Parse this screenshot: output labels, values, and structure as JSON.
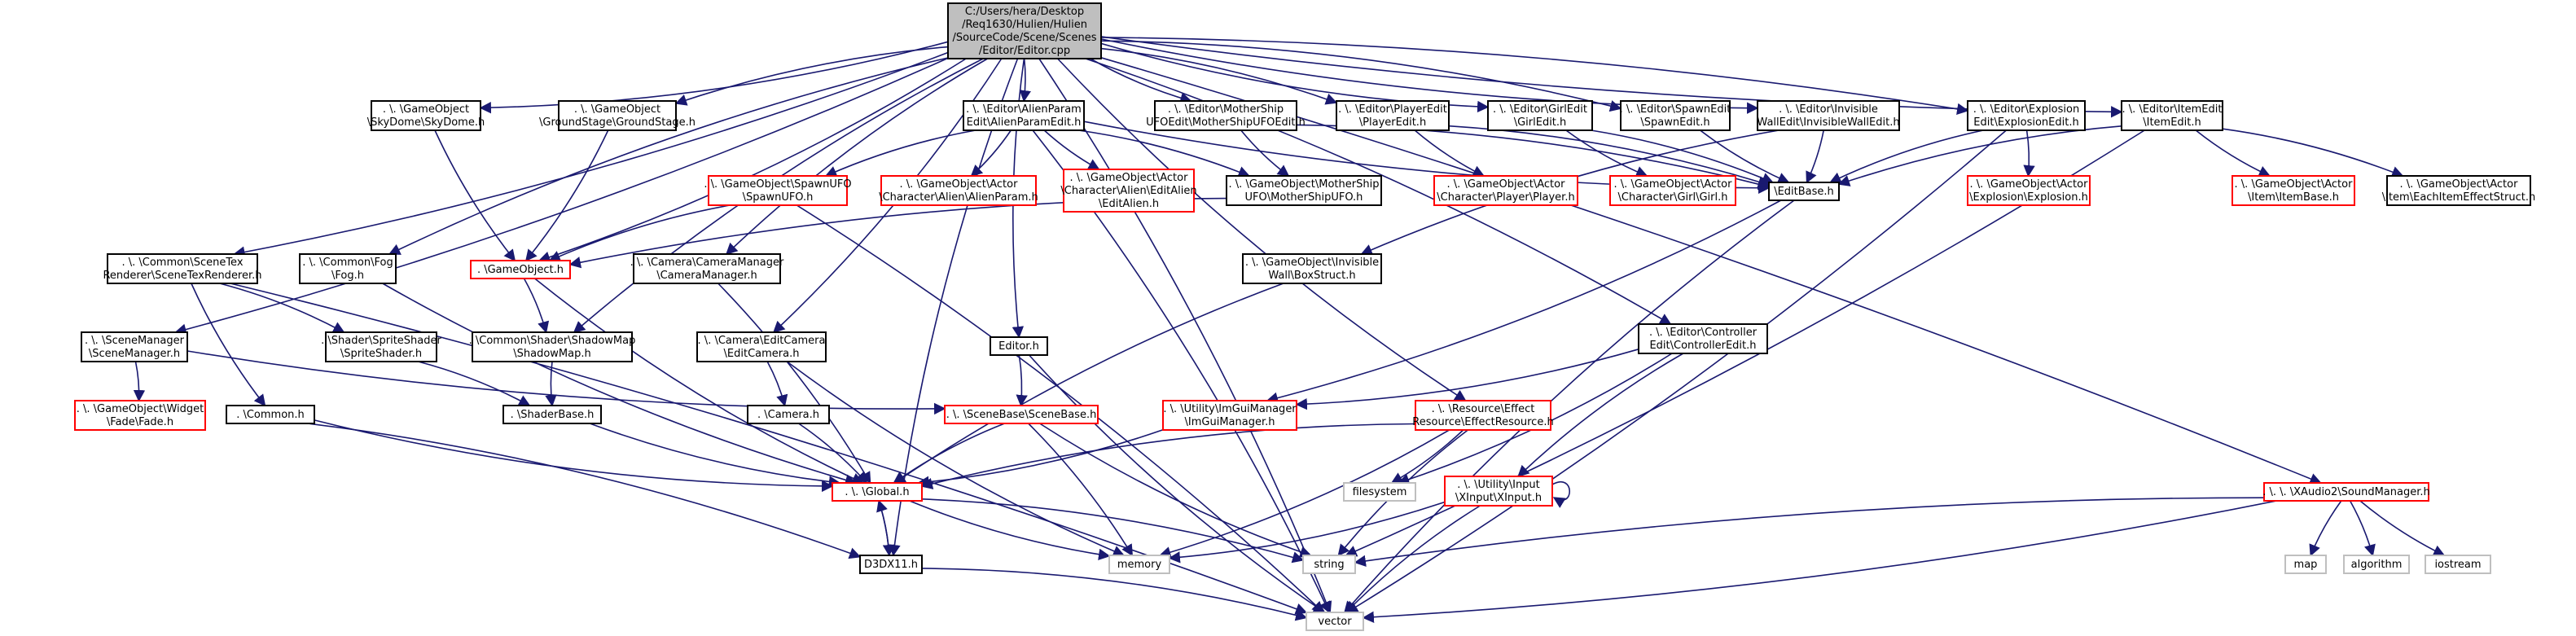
{
  "graph": {
    "root": "root",
    "nodes": [
      {
        "id": "root",
        "lines": [
          "C:/Users/hera/Desktop",
          "/Req1630/Hulien/Hulien",
          "/SourceCode/Scene/Scenes",
          "/Editor/Editor.cpp"
        ],
        "style": "root"
      },
      {
        "id": "skydome",
        "lines": [
          ". \\. \\GameObject",
          "\\SkyDome\\SkyDome.h"
        ],
        "style": "normal"
      },
      {
        "id": "groundstage",
        "lines": [
          ". \\. \\GameObject",
          "\\GroundStage\\GroundStage.h"
        ],
        "style": "normal"
      },
      {
        "id": "alienparamedit",
        "lines": [
          ". \\. \\Editor\\AlienParam",
          "Edit\\AlienParamEdit.h"
        ],
        "style": "normal"
      },
      {
        "id": "mothershipufoedit",
        "lines": [
          ". \\. \\Editor\\MotherShip",
          "UFOEdit\\MotherShipUFOEdit.h"
        ],
        "style": "normal"
      },
      {
        "id": "playeredit",
        "lines": [
          ". \\. \\Editor\\PlayerEdit",
          "\\PlayerEdit.h"
        ],
        "style": "normal"
      },
      {
        "id": "girledit",
        "lines": [
          ". \\. \\Editor\\GirlEdit",
          "\\GirlEdit.h"
        ],
        "style": "normal"
      },
      {
        "id": "spawnedit",
        "lines": [
          ". \\. \\Editor\\SpawnEdit",
          "\\SpawnEdit.h"
        ],
        "style": "normal"
      },
      {
        "id": "invisiblewalledit",
        "lines": [
          ". \\. \\Editor\\Invisible",
          "WallEdit\\InvisibleWallEdit.h"
        ],
        "style": "normal"
      },
      {
        "id": "explosionedit",
        "lines": [
          ". \\. \\Editor\\Explosion",
          "Edit\\ExplosionEdit.h"
        ],
        "style": "normal"
      },
      {
        "id": "itemedit",
        "lines": [
          ". \\. \\Editor\\ItemEdit",
          "\\ItemEdit.h"
        ],
        "style": "normal"
      },
      {
        "id": "spawnufo",
        "lines": [
          ". \\. \\GameObject\\SpawnUFO",
          "\\SpawnUFO.h"
        ],
        "style": "red"
      },
      {
        "id": "alienparam",
        "lines": [
          ". \\. \\GameObject\\Actor",
          "\\Character\\Alien\\AlienParam.h"
        ],
        "style": "red"
      },
      {
        "id": "editalien",
        "lines": [
          ". \\. \\GameObject\\Actor",
          "\\Character\\Alien\\EditAlien",
          "\\EditAlien.h"
        ],
        "style": "red"
      },
      {
        "id": "mothershipufo",
        "lines": [
          ". \\. \\GameObject\\MotherShip",
          "UFO\\MotherShipUFO.h"
        ],
        "style": "normal"
      },
      {
        "id": "player",
        "lines": [
          ". \\. \\GameObject\\Actor",
          "\\Character\\Player\\Player.h"
        ],
        "style": "red"
      },
      {
        "id": "girl",
        "lines": [
          ". \\. \\GameObject\\Actor",
          "\\Character\\Girl\\Girl.h"
        ],
        "style": "red"
      },
      {
        "id": "editbase",
        "lines": [
          "\\EditBase.h"
        ],
        "style": "normal"
      },
      {
        "id": "explosion",
        "lines": [
          ". \\. \\GameObject\\Actor",
          "\\Explosion\\Explosion.h"
        ],
        "style": "red"
      },
      {
        "id": "itembase",
        "lines": [
          ". \\. \\GameObject\\Actor",
          "\\Item\\ItemBase.h"
        ],
        "style": "red"
      },
      {
        "id": "eachitemeffect",
        "lines": [
          ". \\. \\GameObject\\Actor",
          "\\Item\\EachItemEffectStruct.h"
        ],
        "style": "normal"
      },
      {
        "id": "scenetexrenderer",
        "lines": [
          ". \\. \\Common\\SceneTex",
          "Renderer\\SceneTexRenderer.h"
        ],
        "style": "normal"
      },
      {
        "id": "fog",
        "lines": [
          ". \\. \\Common\\Fog",
          "\\Fog.h"
        ],
        "style": "normal"
      },
      {
        "id": "gameobject",
        "lines": [
          ". \\GameObject.h"
        ],
        "style": "red"
      },
      {
        "id": "cameramanager",
        "lines": [
          ". \\. \\Camera\\CameraManager",
          "\\CameraManager.h"
        ],
        "style": "normal"
      },
      {
        "id": "invisiblewallbox",
        "lines": [
          ". \\. \\GameObject\\Invisible",
          "Wall\\BoxStruct.h"
        ],
        "style": "normal"
      },
      {
        "id": "scenemanager",
        "lines": [
          ". \\. \\SceneManager",
          "\\SceneManager.h"
        ],
        "style": "normal"
      },
      {
        "id": "spriteshader",
        "lines": [
          ". \\Shader\\SpriteShader",
          "\\SpriteShader.h"
        ],
        "style": "normal"
      },
      {
        "id": "shadowmap",
        "lines": [
          ". \\Common\\Shader\\ShadowMap",
          "\\ShadowMap.h"
        ],
        "style": "normal"
      },
      {
        "id": "editcamera",
        "lines": [
          ". \\. \\Camera\\EditCamera",
          "\\EditCamera.h"
        ],
        "style": "normal"
      },
      {
        "id": "editorh",
        "lines": [
          "Editor.h"
        ],
        "style": "normal"
      },
      {
        "id": "controlleredit",
        "lines": [
          ". \\. \\Editor\\Controller",
          "Edit\\ControllerEdit.h"
        ],
        "style": "normal"
      },
      {
        "id": "fade",
        "lines": [
          ". \\. \\GameObject\\Widget",
          "\\Fade\\Fade.h"
        ],
        "style": "red"
      },
      {
        "id": "common",
        "lines": [
          ". \\Common.h"
        ],
        "style": "normal"
      },
      {
        "id": "shaderbase",
        "lines": [
          ". \\ShaderBase.h"
        ],
        "style": "normal"
      },
      {
        "id": "camera",
        "lines": [
          ". \\Camera.h"
        ],
        "style": "normal"
      },
      {
        "id": "scenebase",
        "lines": [
          ". \\. \\SceneBase\\SceneBase.h"
        ],
        "style": "red"
      },
      {
        "id": "imguimanager",
        "lines": [
          ". \\. \\Utility\\ImGuiManager",
          "\\ImGuiManager.h"
        ],
        "style": "red"
      },
      {
        "id": "effectresource",
        "lines": [
          ". \\. \\Resource\\Effect",
          "Resource\\EffectResource.h"
        ],
        "style": "red"
      },
      {
        "id": "filesystem",
        "lines": [
          "filesystem"
        ],
        "style": "system"
      },
      {
        "id": "xinput",
        "lines": [
          ". \\. \\Utility\\Input",
          "\\XInput\\XInput.h"
        ],
        "style": "red"
      },
      {
        "id": "global",
        "lines": [
          ". \\. \\Global.h"
        ],
        "style": "red"
      },
      {
        "id": "soundmanager",
        "lines": [
          ". \\. \\. \\XAudio2\\SoundManager.h"
        ],
        "style": "red"
      },
      {
        "id": "d3dx11",
        "lines": [
          "D3DX11.h"
        ],
        "style": "normal"
      },
      {
        "id": "memory",
        "lines": [
          "memory"
        ],
        "style": "system"
      },
      {
        "id": "string",
        "lines": [
          "string"
        ],
        "style": "system"
      },
      {
        "id": "map",
        "lines": [
          "map"
        ],
        "style": "system"
      },
      {
        "id": "algorithm",
        "lines": [
          "algorithm"
        ],
        "style": "system"
      },
      {
        "id": "iostream",
        "lines": [
          "iostream"
        ],
        "style": "system"
      },
      {
        "id": "vector",
        "lines": [
          "vector"
        ],
        "style": "system"
      }
    ],
    "edges": [
      [
        "root",
        "skydome"
      ],
      [
        "root",
        "groundstage"
      ],
      [
        "root",
        "alienparamedit"
      ],
      [
        "root",
        "mothershipufoedit"
      ],
      [
        "root",
        "playeredit"
      ],
      [
        "root",
        "girledit"
      ],
      [
        "root",
        "spawnedit"
      ],
      [
        "root",
        "invisiblewalledit"
      ],
      [
        "root",
        "explosionedit"
      ],
      [
        "root",
        "itemedit"
      ],
      [
        "root",
        "scenetexrenderer"
      ],
      [
        "root",
        "fog"
      ],
      [
        "root",
        "gameobject"
      ],
      [
        "root",
        "cameramanager"
      ],
      [
        "root",
        "scenemanager"
      ],
      [
        "root",
        "shadowmap"
      ],
      [
        "root",
        "editcamera"
      ],
      [
        "root",
        "editorh"
      ],
      [
        "root",
        "controlleredit"
      ],
      [
        "root",
        "effectresource"
      ],
      [
        "root",
        "soundmanager"
      ],
      [
        "root",
        "d3dx11"
      ],
      [
        "root",
        "vector"
      ],
      [
        "skydome",
        "gameobject"
      ],
      [
        "groundstage",
        "gameobject"
      ],
      [
        "alienparamedit",
        "spawnufo"
      ],
      [
        "alienparamedit",
        "alienparam"
      ],
      [
        "alienparamedit",
        "editalien"
      ],
      [
        "alienparamedit",
        "mothershipufo"
      ],
      [
        "alienparamedit",
        "editbase"
      ],
      [
        "alienparamedit",
        "vector"
      ],
      [
        "mothershipufoedit",
        "mothershipufo"
      ],
      [
        "mothershipufoedit",
        "editbase"
      ],
      [
        "playeredit",
        "player"
      ],
      [
        "playeredit",
        "editbase"
      ],
      [
        "girledit",
        "girl"
      ],
      [
        "girledit",
        "editbase"
      ],
      [
        "spawnedit",
        "editbase"
      ],
      [
        "invisiblewalledit",
        "editbase"
      ],
      [
        "invisiblewalledit",
        "invisiblewallbox"
      ],
      [
        "explosionedit",
        "explosion"
      ],
      [
        "explosionedit",
        "editbase"
      ],
      [
        "explosionedit",
        "vector"
      ],
      [
        "itemedit",
        "itembase"
      ],
      [
        "itemedit",
        "eachitemeffect"
      ],
      [
        "itemedit",
        "editbase"
      ],
      [
        "itemedit",
        "string"
      ],
      [
        "spawnufo",
        "gameobject"
      ],
      [
        "spawnufo",
        "vector"
      ],
      [
        "mothershipufo",
        "gameobject"
      ],
      [
        "editbase",
        "imguimanager"
      ],
      [
        "editbase",
        "vector"
      ],
      [
        "scenetexrenderer",
        "spriteshader"
      ],
      [
        "scenetexrenderer",
        "common"
      ],
      [
        "scenetexrenderer",
        "vector"
      ],
      [
        "fog",
        "global"
      ],
      [
        "gameobject",
        "shadowmap"
      ],
      [
        "gameobject",
        "global"
      ],
      [
        "cameramanager",
        "global"
      ],
      [
        "invisiblewallbox",
        "global"
      ],
      [
        "scenemanager",
        "fade"
      ],
      [
        "scenemanager",
        "scenebase"
      ],
      [
        "spriteshader",
        "shaderbase"
      ],
      [
        "shadowmap",
        "shaderbase"
      ],
      [
        "editcamera",
        "camera"
      ],
      [
        "editcamera",
        "memory"
      ],
      [
        "editorh",
        "scenebase"
      ],
      [
        "editorh",
        "vector"
      ],
      [
        "controlleredit",
        "imguimanager"
      ],
      [
        "controlleredit",
        "xinput"
      ],
      [
        "controlleredit",
        "filesystem"
      ],
      [
        "common",
        "global"
      ],
      [
        "common",
        "d3dx11"
      ],
      [
        "shaderbase",
        "global"
      ],
      [
        "camera",
        "global"
      ],
      [
        "scenebase",
        "global"
      ],
      [
        "scenebase",
        "memory"
      ],
      [
        "scenebase",
        "string"
      ],
      [
        "imguimanager",
        "global"
      ],
      [
        "effectresource",
        "global"
      ],
      [
        "effectresource",
        "memory"
      ],
      [
        "effectresource",
        "string"
      ],
      [
        "effectresource",
        "filesystem"
      ],
      [
        "xinput",
        "xinput"
      ],
      [
        "xinput",
        "memory"
      ],
      [
        "xinput",
        "vector"
      ],
      [
        "global",
        "d3dx11"
      ],
      [
        "global",
        "memory"
      ],
      [
        "global",
        "string"
      ],
      [
        "d3dx11",
        "global"
      ],
      [
        "d3dx11",
        "vector"
      ],
      [
        "soundmanager",
        "string"
      ],
      [
        "soundmanager",
        "vector"
      ],
      [
        "soundmanager",
        "map"
      ],
      [
        "soundmanager",
        "algorithm"
      ],
      [
        "soundmanager",
        "iostream"
      ]
    ]
  },
  "colors": {
    "root_fill": "#bfbfbf",
    "normal_border": "#000000",
    "red_border": "#ff0000",
    "system_border": "#bfbfbf",
    "edge": "#191970"
  }
}
